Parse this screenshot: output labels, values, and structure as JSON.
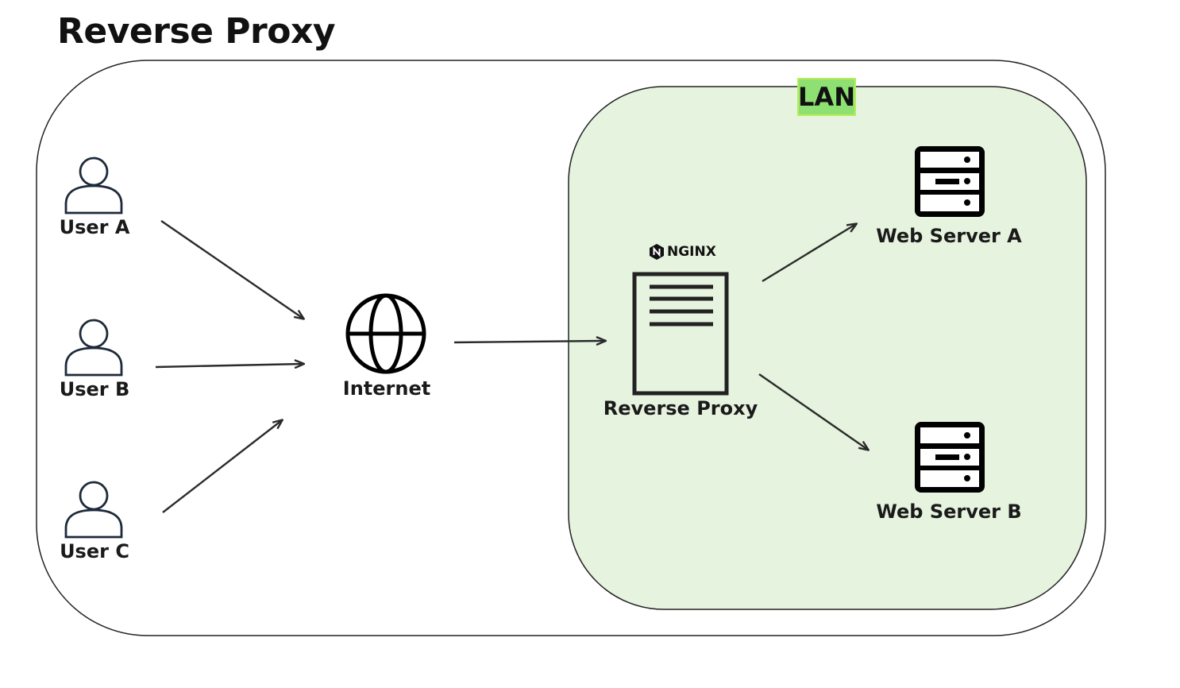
{
  "title": "Reverse Proxy",
  "lan_label": "LAN",
  "nginx_label": "NGINX",
  "nodes": {
    "user_a": "User A",
    "user_b": "User B",
    "user_c": "User C",
    "internet": "Internet",
    "proxy": "Reverse Proxy",
    "server_a": "Web Server A",
    "server_b": "Web Server B"
  },
  "colors": {
    "lan_fill": "#e6f3de",
    "lan_badge": "#8ee073",
    "stroke": "#222222",
    "user_icon": "#1e2a3a"
  }
}
